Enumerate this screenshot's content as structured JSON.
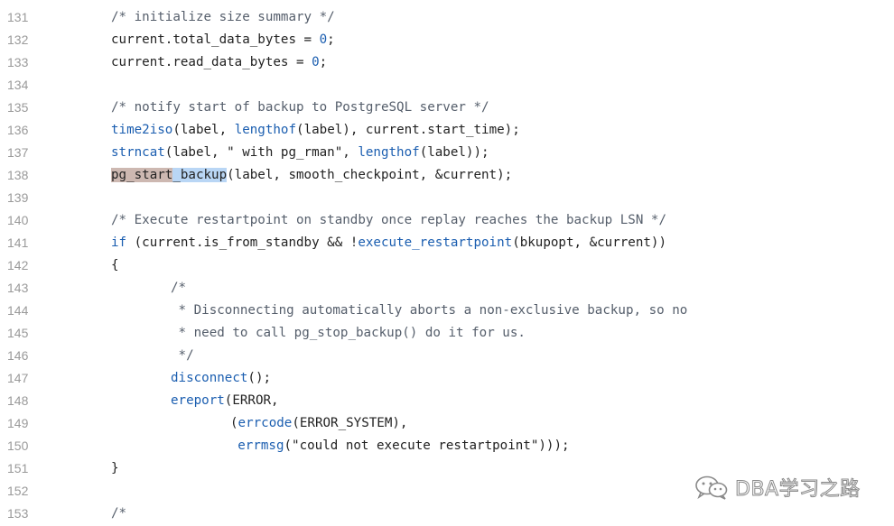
{
  "code_lines": [
    {
      "no": "131",
      "indent": 0,
      "tokens": [
        {
          "t": "/* initialize size summary */",
          "k": "comment"
        }
      ]
    },
    {
      "no": "132",
      "indent": 0,
      "tokens": [
        {
          "t": "current.total_data_bytes = ",
          "k": "text"
        },
        {
          "t": "0",
          "k": "num"
        },
        {
          "t": ";",
          "k": "text"
        }
      ]
    },
    {
      "no": "133",
      "indent": 0,
      "tokens": [
        {
          "t": "current.read_data_bytes = ",
          "k": "text"
        },
        {
          "t": "0",
          "k": "num"
        },
        {
          "t": ";",
          "k": "text"
        }
      ]
    },
    {
      "no": "134",
      "indent": 0,
      "tokens": []
    },
    {
      "no": "135",
      "indent": 0,
      "tokens": [
        {
          "t": "/* notify start of backup to PostgreSQL server */",
          "k": "comment"
        }
      ]
    },
    {
      "no": "136",
      "indent": 0,
      "tokens": [
        {
          "t": "time2iso",
          "k": "func"
        },
        {
          "t": "(label, ",
          "k": "text"
        },
        {
          "t": "lengthof",
          "k": "func"
        },
        {
          "t": "(label), current.start_time);",
          "k": "text"
        }
      ]
    },
    {
      "no": "137",
      "indent": 0,
      "tokens": [
        {
          "t": "strncat",
          "k": "func"
        },
        {
          "t": "(label, \" with pg_rman\", ",
          "k": "text"
        },
        {
          "t": "lengthof",
          "k": "func"
        },
        {
          "t": "(label));",
          "k": "text"
        }
      ]
    },
    {
      "no": "138",
      "indent": 0,
      "tokens": [
        {
          "t": "pg_start",
          "k": "text hl"
        },
        {
          "t": "_backup",
          "k": "text hl2"
        },
        {
          "t": "(label, smooth_checkpoint, &current);",
          "k": "text"
        }
      ]
    },
    {
      "no": "139",
      "indent": 0,
      "tokens": []
    },
    {
      "no": "140",
      "indent": 0,
      "tokens": [
        {
          "t": "/* Execute restartpoint on standby once replay reaches the backup LSN */",
          "k": "comment"
        }
      ]
    },
    {
      "no": "141",
      "indent": 0,
      "tokens": [
        {
          "t": "if",
          "k": "keyword"
        },
        {
          "t": " (current.is_from_standby && !",
          "k": "text"
        },
        {
          "t": "execute_restartpoint",
          "k": "func"
        },
        {
          "t": "(bkupopt, &current))",
          "k": "text"
        }
      ]
    },
    {
      "no": "142",
      "indent": 0,
      "tokens": [
        {
          "t": "{",
          "k": "text"
        }
      ]
    },
    {
      "no": "143",
      "indent": 8,
      "tokens": [
        {
          "t": "/*",
          "k": "comment"
        }
      ]
    },
    {
      "no": "144",
      "indent": 8,
      "tokens": [
        {
          "t": " * Disconnecting automatically aborts a non-exclusive backup, so no",
          "k": "comment"
        }
      ]
    },
    {
      "no": "145",
      "indent": 8,
      "tokens": [
        {
          "t": " * need to call pg_stop_backup() do it for us.",
          "k": "comment"
        }
      ]
    },
    {
      "no": "146",
      "indent": 8,
      "tokens": [
        {
          "t": " */",
          "k": "comment"
        }
      ]
    },
    {
      "no": "147",
      "indent": 8,
      "tokens": [
        {
          "t": "disconnect",
          "k": "func"
        },
        {
          "t": "();",
          "k": "text"
        }
      ]
    },
    {
      "no": "148",
      "indent": 8,
      "tokens": [
        {
          "t": "ereport",
          "k": "func"
        },
        {
          "t": "(ERROR,",
          "k": "text"
        }
      ]
    },
    {
      "no": "149",
      "indent": 16,
      "tokens": [
        {
          "t": "(",
          "k": "text"
        },
        {
          "t": "errcode",
          "k": "func"
        },
        {
          "t": "(ERROR_SYSTEM),",
          "k": "text"
        }
      ]
    },
    {
      "no": "150",
      "indent": 17,
      "tokens": [
        {
          "t": "errmsg",
          "k": "func"
        },
        {
          "t": "(\"could not execute restartpoint\")));",
          "k": "text"
        }
      ]
    },
    {
      "no": "151",
      "indent": 0,
      "tokens": [
        {
          "t": "}",
          "k": "text"
        }
      ]
    },
    {
      "no": "152",
      "indent": 0,
      "tokens": []
    },
    {
      "no": "153",
      "indent": 0,
      "tokens": [
        {
          "t": "/*",
          "k": "comment"
        }
      ]
    }
  ],
  "watermark": {
    "text": "DBA学习之路",
    "icon": "wechat-icon"
  }
}
